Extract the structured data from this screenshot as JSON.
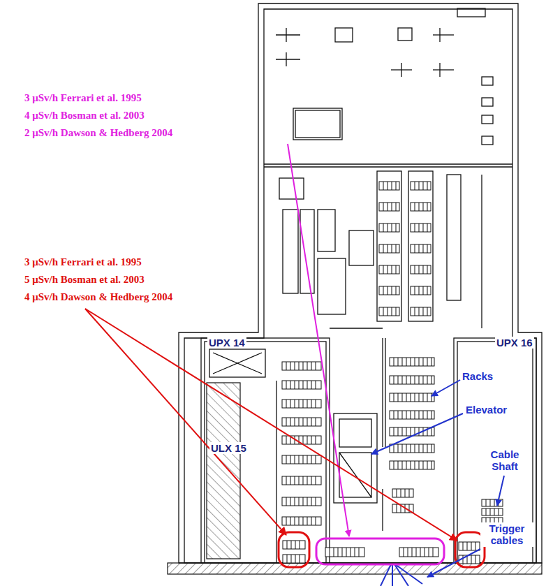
{
  "diagram": {
    "labels": [
      "3 μSv/h Ferrari et al. 1995",
      "4 μSv/h Bosman et al. 2003",
      "2 μSv/h Dawson & Hedberg 2004",
      "3 μSv/h Ferrari et al. 1995",
      "5 μSv/h Bosman et al. 2003",
      "4 μSv/h Dawson & Hedberg 2004",
      "UPX 14",
      "UPX 16",
      "ULX 15",
      "Racks",
      "Elevator",
      "Cable Shaft",
      "Trigger cables"
    ]
  }
}
